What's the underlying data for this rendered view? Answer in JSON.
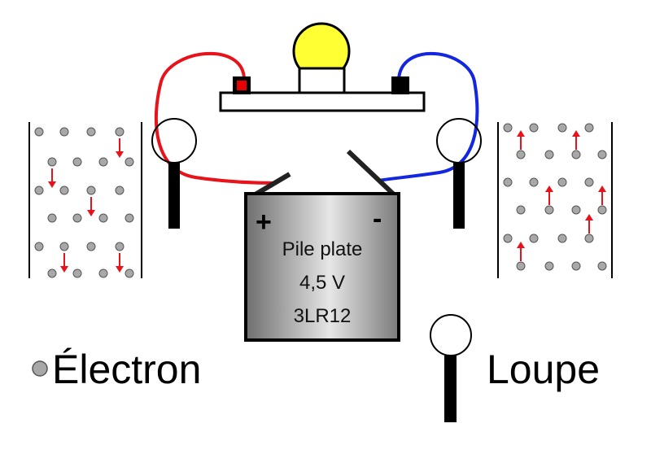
{
  "battery": {
    "line1": "Pile plate",
    "line2": "4,5 V",
    "line3": "3LR12",
    "plus": "+",
    "minus": "-"
  },
  "legend": {
    "electron_label": "Électron",
    "magnifier_label": "Loupe"
  },
  "panels": {
    "left_electron_flow": "down",
    "right_electron_flow": "up"
  },
  "colors": {
    "positive_wire": "#e8121b",
    "negative_wire": "#1326e0",
    "bulb": "#ffff33",
    "electron": "#a8a8a8",
    "arrow": "#e8121b",
    "positive_terminal": "#e80000"
  }
}
